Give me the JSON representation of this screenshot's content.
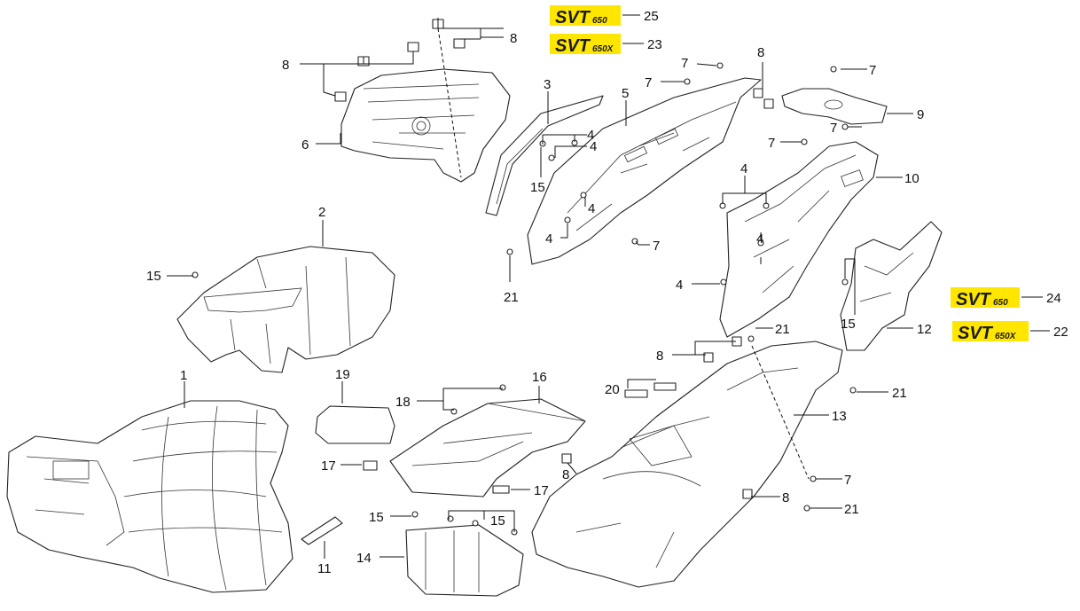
{
  "colors": {
    "badge_background": "#ffe600",
    "badge_text": "#1a1a1a",
    "line": "#222222",
    "background": "#ffffff"
  },
  "callouts": {
    "c1": "1",
    "c2": "2",
    "c3": "3",
    "c4a": "4",
    "c4b": "4",
    "c4c": "4",
    "c4d": "4",
    "c4e": "4",
    "c4f": "4",
    "c5": "5",
    "c6": "6",
    "c7a": "7",
    "c7b": "7",
    "c7c": "7",
    "c7d": "7",
    "c7e": "7",
    "c7f": "7",
    "c7g": "7",
    "c8a": "8",
    "c8b": "8",
    "c8c": "8",
    "c8d": "8",
    "c8e": "8",
    "c8f": "8",
    "c9": "9",
    "c10": "10",
    "c11": "11",
    "c12": "12",
    "c13": "13",
    "c14": "14",
    "c15a": "15",
    "c15b": "15",
    "c15c": "15",
    "c15d": "15",
    "c15e": "15",
    "c16": "16",
    "c17a": "17",
    "c17b": "17",
    "c18": "18",
    "c19": "19",
    "c20": "20",
    "c21a": "21",
    "c21b": "21",
    "c21c": "21",
    "c21d": "21",
    "c22": "22",
    "c23": "23",
    "c24": "24",
    "c25": "25"
  },
  "badges": {
    "b25": {
      "main": "SVT",
      "sub": "650"
    },
    "b23": {
      "main": "SVT",
      "sub": "650X"
    },
    "b24": {
      "main": "SVT",
      "sub": "650"
    },
    "b22": {
      "main": "SVT",
      "sub": "650X"
    }
  }
}
